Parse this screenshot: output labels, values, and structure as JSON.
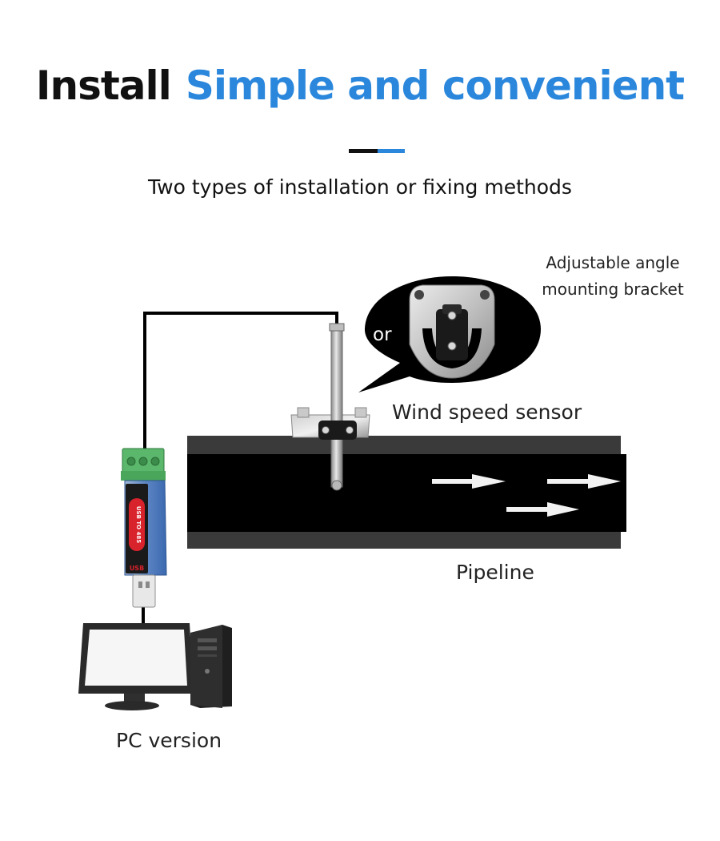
{
  "header": {
    "title_dark": "Install",
    "title_blue": "Simple and convenient",
    "subtitle": "Two types of installation or fixing methods"
  },
  "labels": {
    "bracket_line1": "Adjustable angle",
    "bracket_line2": "mounting bracket",
    "or": "or",
    "sensor": "Wind speed sensor",
    "pipeline": "Pipeline",
    "pc": "PC version"
  },
  "converter_text": {
    "model": "USB TO 485",
    "usb": "USB"
  },
  "colors": {
    "accent_blue": "#2b87dc",
    "title_dark": "#111111",
    "pipe_black": "#000000",
    "pipe_wall": "#3a3a3a",
    "terminal_green": "#5bb76b",
    "converter_red": "#d8222c"
  },
  "icons": [
    "pc-monitor-icon",
    "pc-tower-icon",
    "usb-converter-icon",
    "wind-sensor-icon",
    "bracket-icon",
    "flow-arrow-icon"
  ]
}
